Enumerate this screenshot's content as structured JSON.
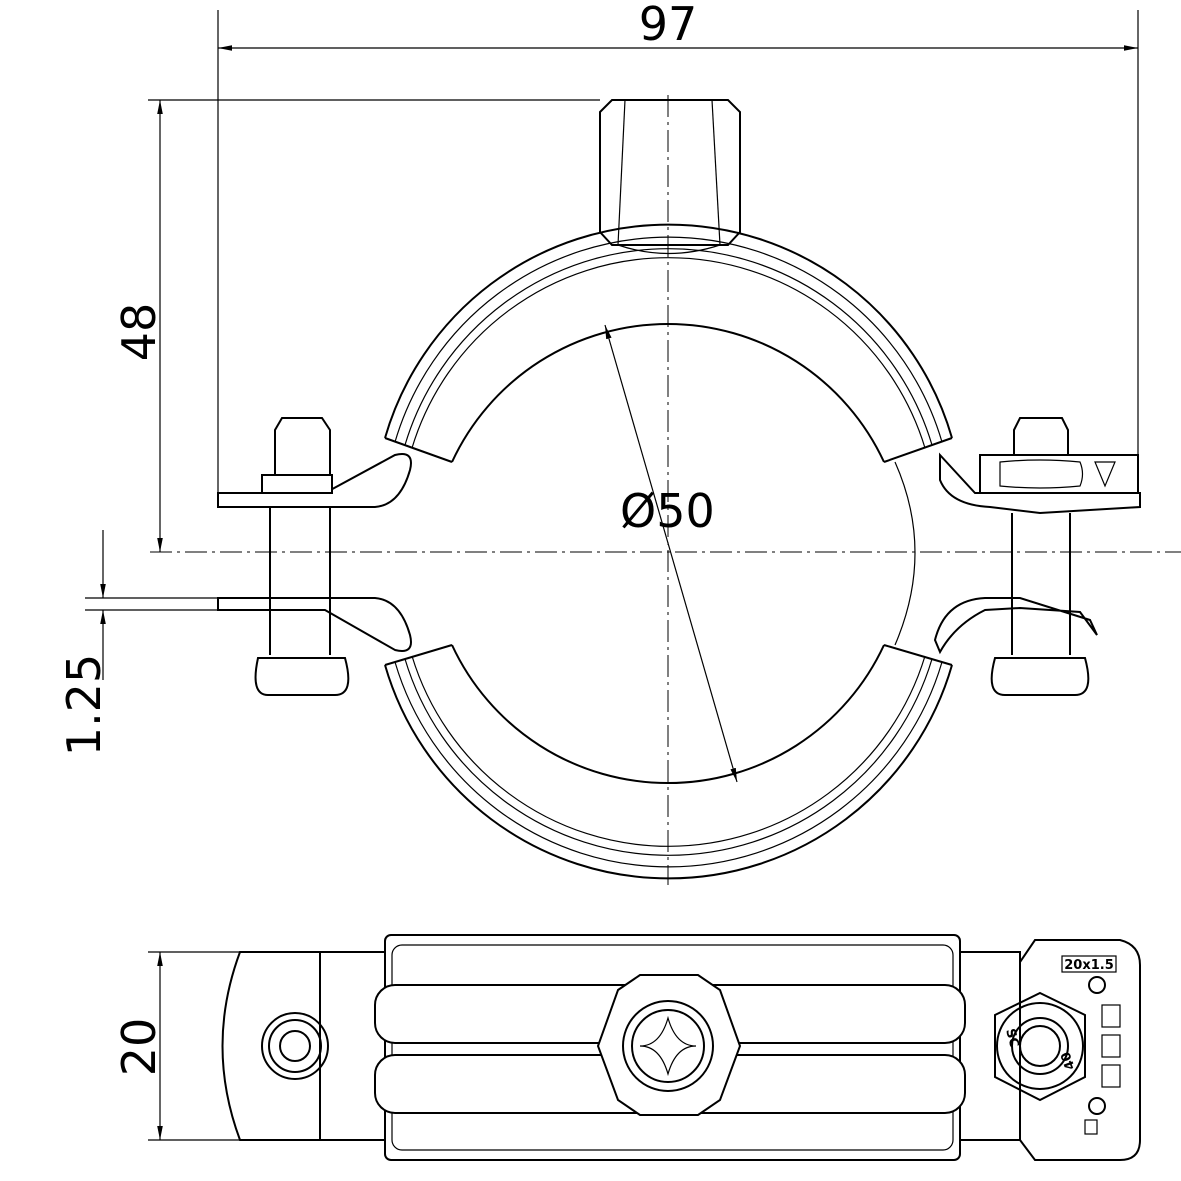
{
  "dimensions": {
    "width": "97",
    "height": "48",
    "diameter": "Ø50",
    "thickness": "1.25",
    "depth": "20"
  },
  "markings": {
    "thread": "20x1.5",
    "code_a": "SC",
    "code_b": "40"
  }
}
